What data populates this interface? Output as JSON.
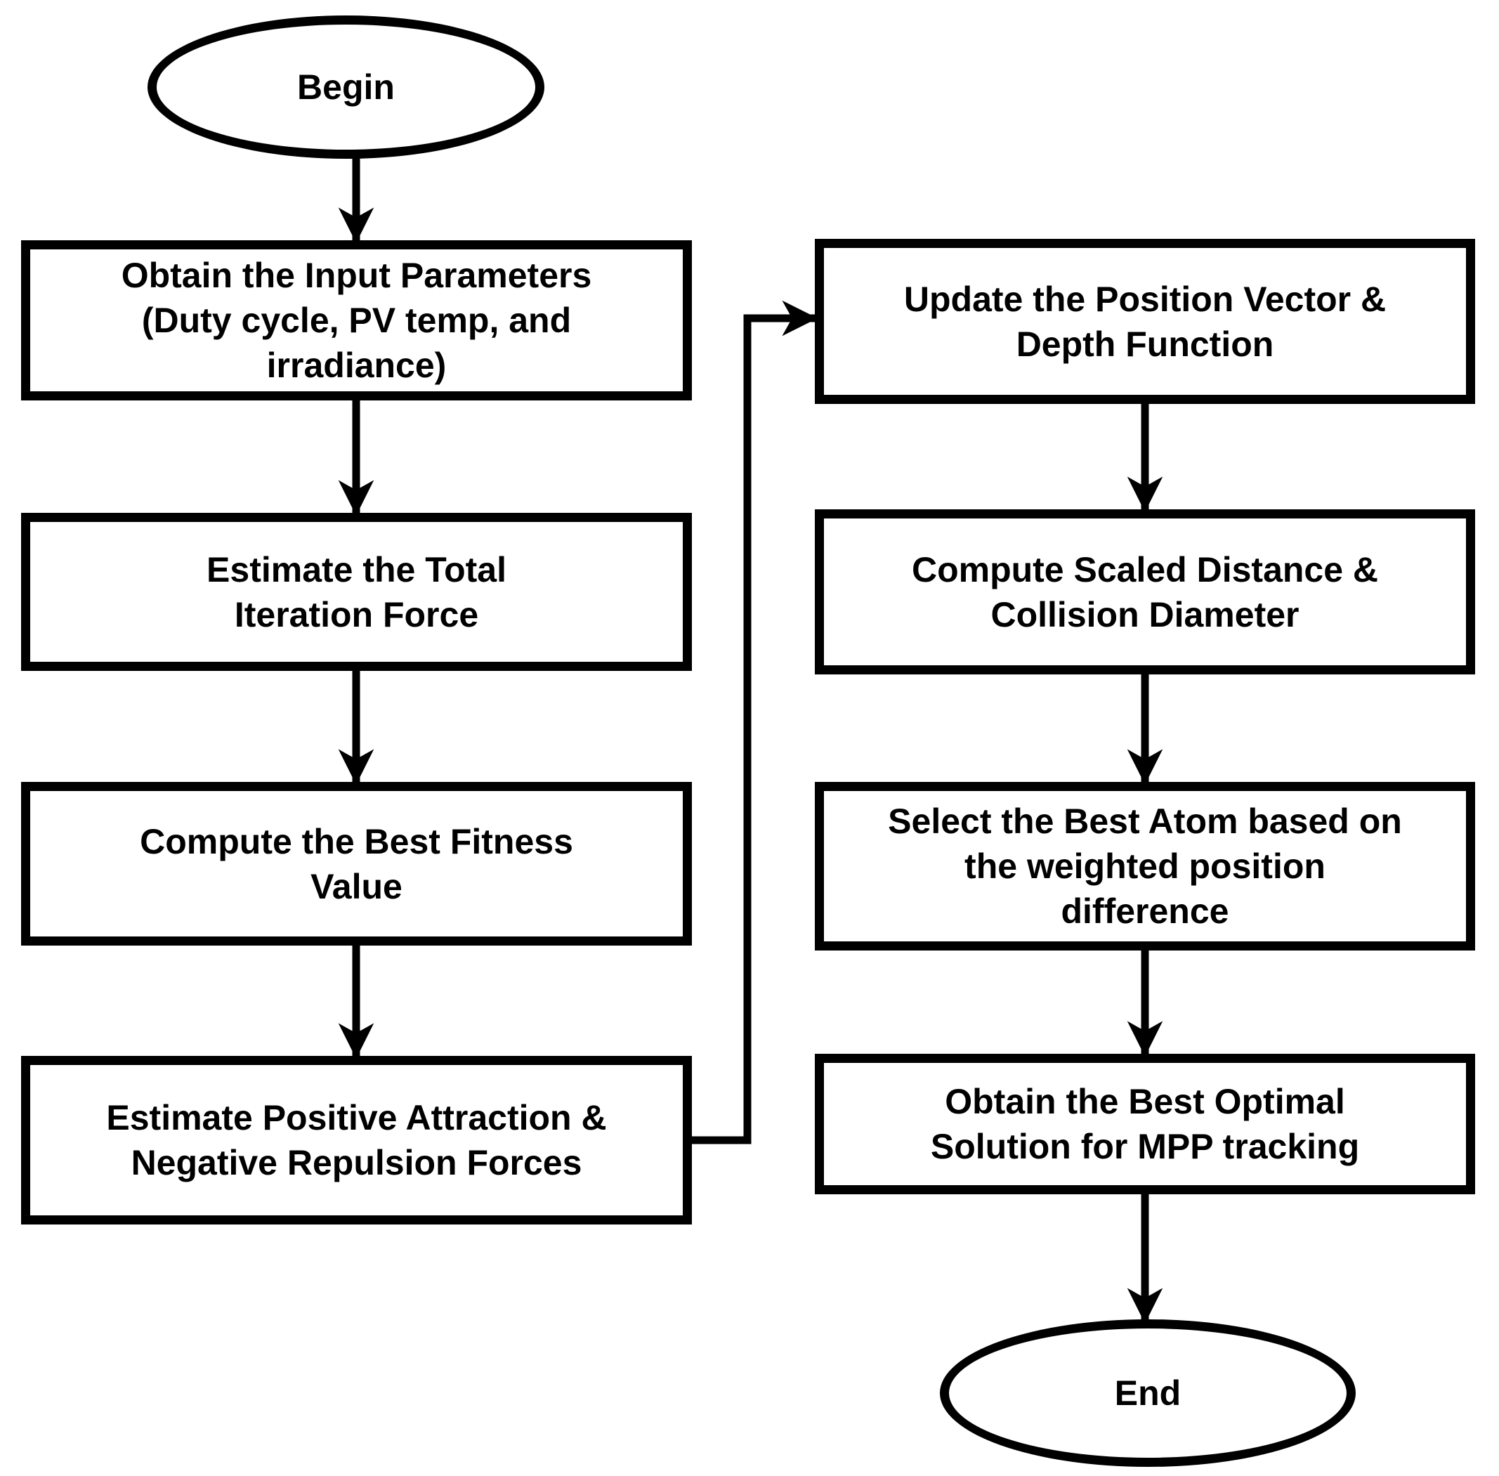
{
  "diagram": {
    "type": "flowchart",
    "colors": {
      "stroke": "#000000",
      "background": "#ffffff",
      "text": "#000000"
    },
    "nodes": {
      "begin": {
        "type": "terminator",
        "label": "Begin"
      },
      "obtain_inputs": {
        "type": "process",
        "label": "Obtain the Input Parameters\n(Duty cycle, PV temp, and\nirradiance)"
      },
      "estimate_force": {
        "type": "process",
        "label": "Estimate the Total\nIteration Force"
      },
      "compute_fitness": {
        "type": "process",
        "label": "Compute the Best Fitness\nValue"
      },
      "estimate_attraction": {
        "type": "process",
        "label": "Estimate Positive Attraction &\nNegative Repulsion Forces"
      },
      "update_position": {
        "type": "process",
        "label": "Update the Position Vector &\nDepth Function"
      },
      "compute_distance": {
        "type": "process",
        "label": "Compute Scaled Distance &\nCollision Diameter"
      },
      "select_atom": {
        "type": "process",
        "label": "Select the Best Atom based on\nthe weighted position\ndifference"
      },
      "obtain_solution": {
        "type": "process",
        "label": "Obtain the Best Optimal\nSolution for MPP tracking"
      },
      "end": {
        "type": "terminator",
        "label": "End"
      }
    },
    "edges": [
      {
        "from": "begin",
        "to": "obtain_inputs"
      },
      {
        "from": "obtain_inputs",
        "to": "estimate_force"
      },
      {
        "from": "estimate_force",
        "to": "compute_fitness"
      },
      {
        "from": "compute_fitness",
        "to": "estimate_attraction"
      },
      {
        "from": "estimate_attraction",
        "to": "update_position"
      },
      {
        "from": "update_position",
        "to": "compute_distance"
      },
      {
        "from": "compute_distance",
        "to": "select_atom"
      },
      {
        "from": "select_atom",
        "to": "obtain_solution"
      },
      {
        "from": "obtain_solution",
        "to": "end"
      }
    ]
  }
}
